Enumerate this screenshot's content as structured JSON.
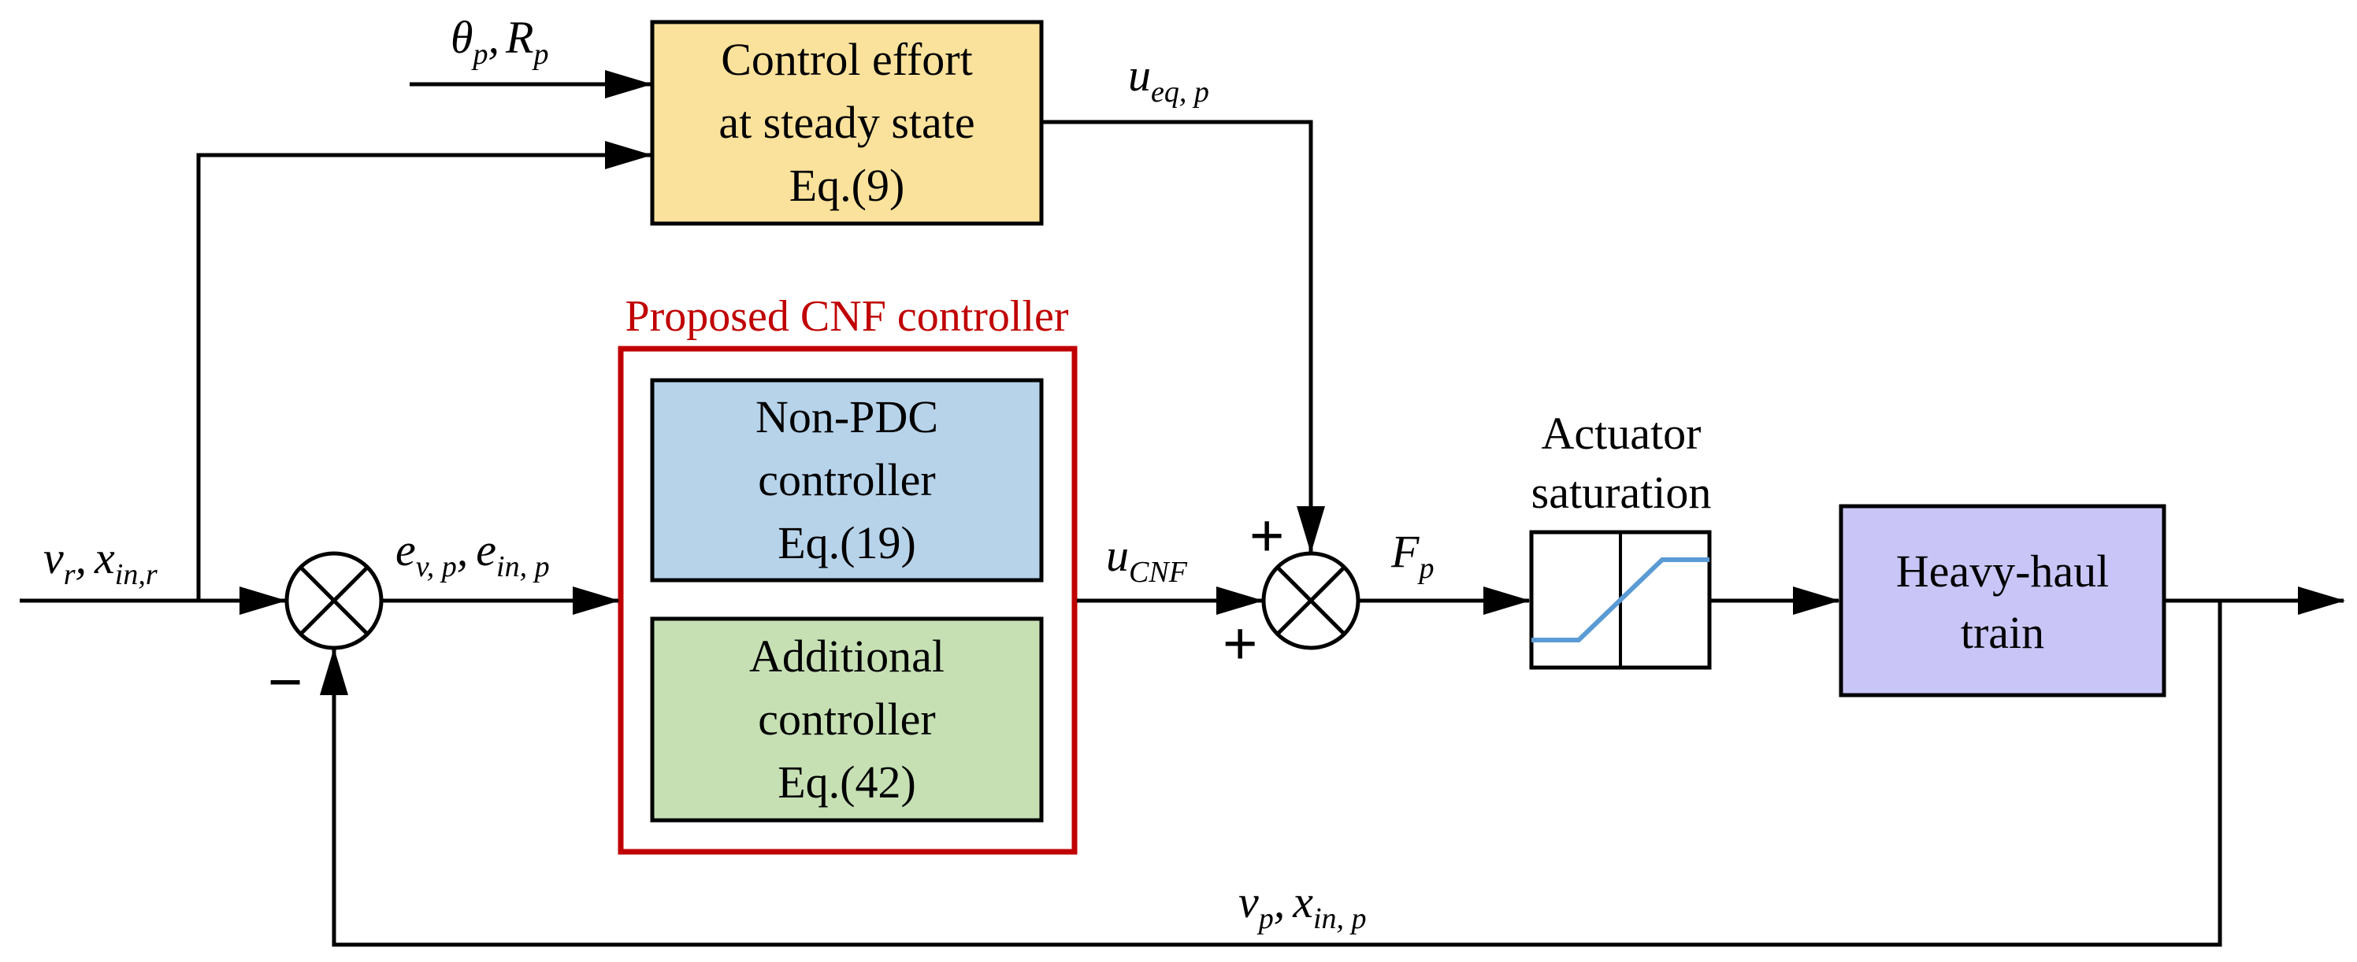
{
  "colors": {
    "steady_state_fill": "#fbe29c",
    "non_pdc_fill": "#b7d3ea",
    "additional_fill": "#c6e0b4",
    "train_fill": "#c9c6f7",
    "proposed_border": "#c00000",
    "saturation_curve": "#5b9bd5"
  },
  "blocks": {
    "steady_state": {
      "lines": [
        "Control effort",
        "at steady state",
        "Eq.(9)"
      ]
    },
    "non_pdc": {
      "lines": [
        "Non-PDC",
        "controller",
        "Eq.(19)"
      ]
    },
    "additional": {
      "lines": [
        "Additional",
        "controller",
        "Eq.(42)"
      ]
    },
    "train": {
      "lines": [
        "Heavy-haul",
        "train"
      ]
    },
    "saturation": {
      "lines": [
        "Actuator",
        "saturation"
      ]
    },
    "proposed_label": "Proposed CNF controller"
  },
  "signals": {
    "theta": "θ",
    "theta_sub": "p",
    "R": "R",
    "R_sub": "p",
    "u_eq": "u",
    "u_eq_sub": "eq, p",
    "v_r": "v",
    "v_r_sub": "r",
    "x_in_r": "x",
    "x_in_r_sub": "in,r",
    "e_v": "e",
    "e_v_sub": "v, p",
    "e_in": "e",
    "e_in_sub": "in, p",
    "u_cnf": "u",
    "u_cnf_sub": "CNF",
    "F": "F",
    "F_sub": "p",
    "v_p": "v",
    "v_p_sub": "p",
    "x_in_p": "x",
    "x_in_p_sub": "in, p",
    "comma": ",",
    "plus": "+",
    "minus": "−"
  }
}
